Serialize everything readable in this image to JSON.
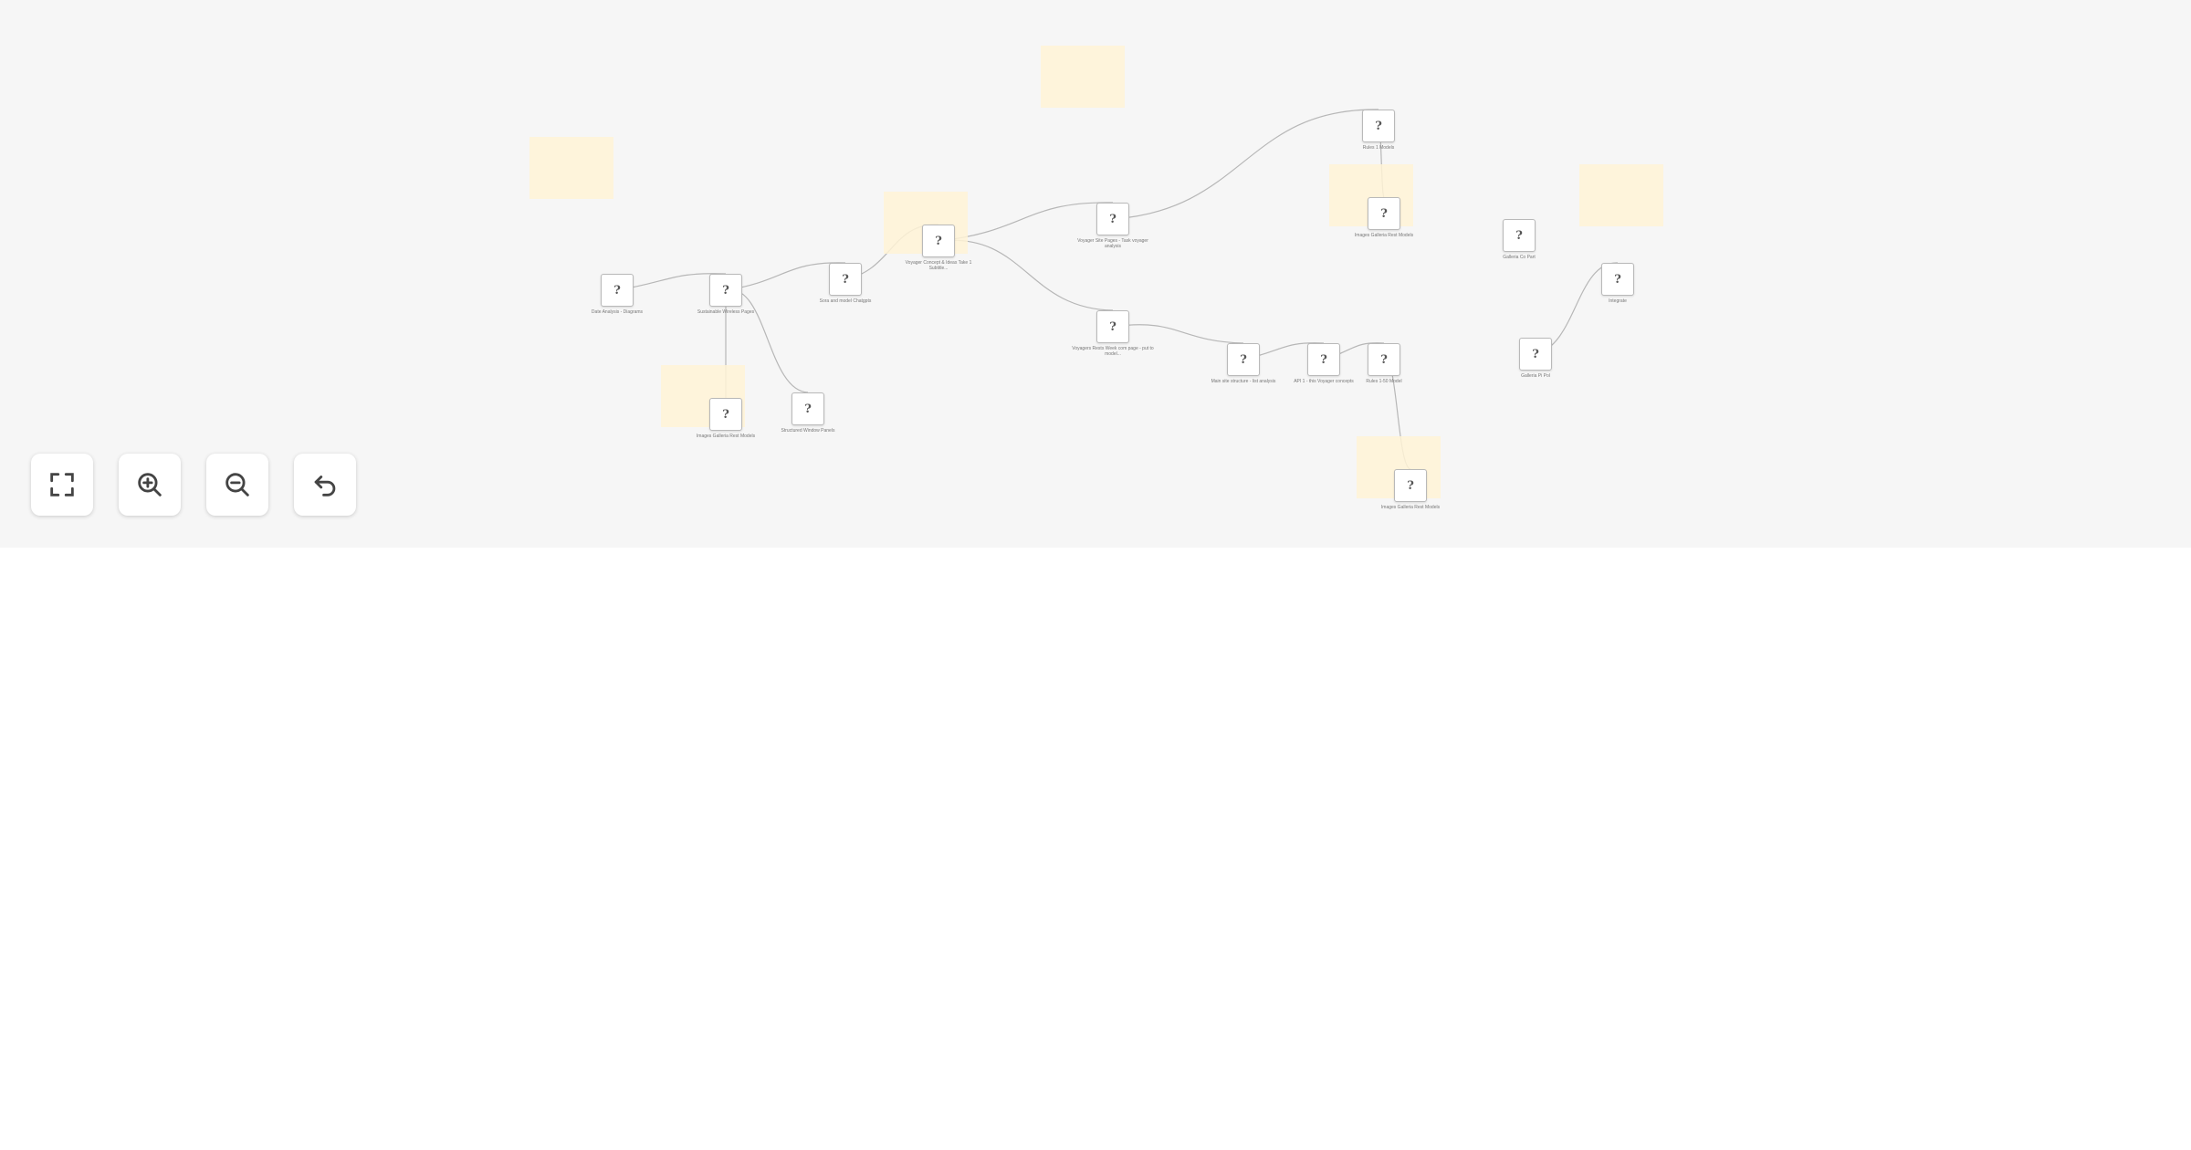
{
  "stickies": [
    {
      "id": "s1"
    },
    {
      "id": "s2"
    },
    {
      "id": "s3"
    },
    {
      "id": "s4"
    },
    {
      "id": "s5"
    },
    {
      "id": "s6"
    },
    {
      "id": "s7"
    },
    {
      "id": "s8"
    }
  ],
  "nodes": [
    {
      "id": "n1",
      "icon": "?",
      "label": "Date Analysis - Diagrams"
    },
    {
      "id": "n2",
      "icon": "?",
      "label": "Sustainable Wireless Pages"
    },
    {
      "id": "n3",
      "icon": "?",
      "label": "Sora and model Chatgpts"
    },
    {
      "id": "n4",
      "icon": "?",
      "label": "Voyager Concept & Ideas Take 1 Subtitle..."
    },
    {
      "id": "n5",
      "icon": "?",
      "label": "Voyager Site Pages - Task voyager analysis"
    },
    {
      "id": "n6",
      "icon": "?",
      "label": "Rules 1 Models"
    },
    {
      "id": "n7",
      "icon": "?",
      "label": "Images Galleria Rest Models"
    },
    {
      "id": "n8",
      "icon": "?",
      "label": "Galleria Co Part"
    },
    {
      "id": "n9",
      "icon": "?",
      "label": "Integrate"
    },
    {
      "id": "n10",
      "icon": "?",
      "label": "Voyagers Rests Week com page - put to model..."
    },
    {
      "id": "n11",
      "icon": "?",
      "label": "Main site structure - list analysis"
    },
    {
      "id": "n12",
      "icon": "?",
      "label": "API 1 - this Voyager concepts"
    },
    {
      "id": "n13",
      "icon": "?",
      "label": "Rules 1-50 Model"
    },
    {
      "id": "n14",
      "icon": "?",
      "label": "Galleria Pi Pol"
    },
    {
      "id": "n15",
      "icon": "?",
      "label": "Images Galleria Rest Models"
    },
    {
      "id": "n16",
      "icon": "?",
      "label": "Structured Window Panels"
    },
    {
      "id": "n17",
      "icon": "?",
      "label": "Images Galleria Rest Models"
    }
  ],
  "edges": [
    [
      "n1",
      "n2"
    ],
    [
      "n2",
      "n3"
    ],
    [
      "n3",
      "n4"
    ],
    [
      "n4",
      "n5"
    ],
    [
      "n5",
      "n6"
    ],
    [
      "n6",
      "n7"
    ],
    [
      "n4",
      "n10"
    ],
    [
      "n10",
      "n11"
    ],
    [
      "n11",
      "n12"
    ],
    [
      "n12",
      "n13"
    ],
    [
      "n13",
      "n17"
    ],
    [
      "n2",
      "n15"
    ],
    [
      "n2",
      "n16"
    ],
    [
      "n14",
      "n9"
    ]
  ],
  "controls": [
    {
      "name": "fit-view-button",
      "icon": "fullscreen-icon"
    },
    {
      "name": "zoom-in-button",
      "icon": "zoom-in-icon"
    },
    {
      "name": "zoom-out-button",
      "icon": "zoom-out-icon"
    },
    {
      "name": "undo-button",
      "icon": "undo-icon"
    }
  ]
}
